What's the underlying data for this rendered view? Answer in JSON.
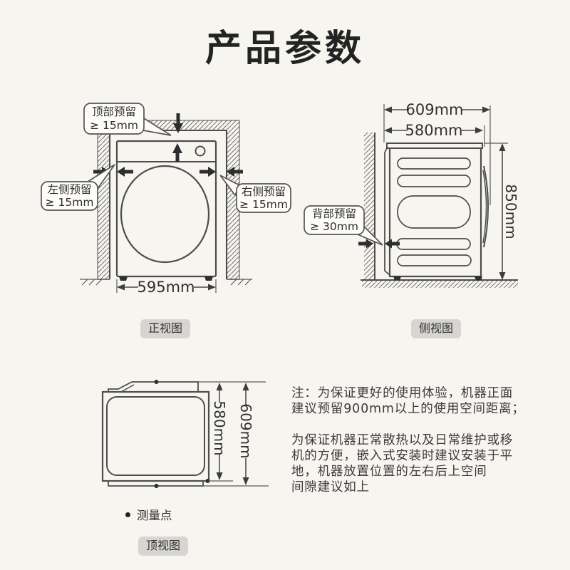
{
  "title": "产品参数",
  "colors": {
    "background": "#f7f5f0",
    "line": "#4d4d4d",
    "arrow": "#2e2e2e",
    "bubble_fill": "#fdfcf8",
    "badge_bg": "#d6d5d2",
    "text": "#333333"
  },
  "front_view": {
    "caption": "正视图",
    "width_dim": "595mm",
    "callout_top": {
      "title": "顶部预留",
      "value": "≥ 15mm"
    },
    "callout_left": {
      "title": "左侧预留",
      "value": "≥ 15mm"
    },
    "callout_right": {
      "title": "右侧预留",
      "value": "≥ 15mm"
    }
  },
  "side_view": {
    "caption": "侧视图",
    "total_depth_dim": "609mm",
    "body_depth_dim": "580mm",
    "height_dim": "850mm",
    "callout_back": {
      "title": "背部预留",
      "value": "≥ 30mm"
    }
  },
  "top_view": {
    "caption": "顶视图",
    "body_depth_dim": "580mm",
    "total_depth_dim": "609mm",
    "legend": "测量点"
  },
  "notes": {
    "para1_lines": [
      "注：为保证更好的使用体验，机器正面",
      "建议预留900mm以上的使用空间距离；"
    ],
    "para2_lines": [
      "为保证机器正常散热以及日常维护或移",
      "机的方便，嵌入式安装时建议安装于平",
      "地，机器放置位置的左右后上空间",
      "间隙建议如上"
    ]
  }
}
